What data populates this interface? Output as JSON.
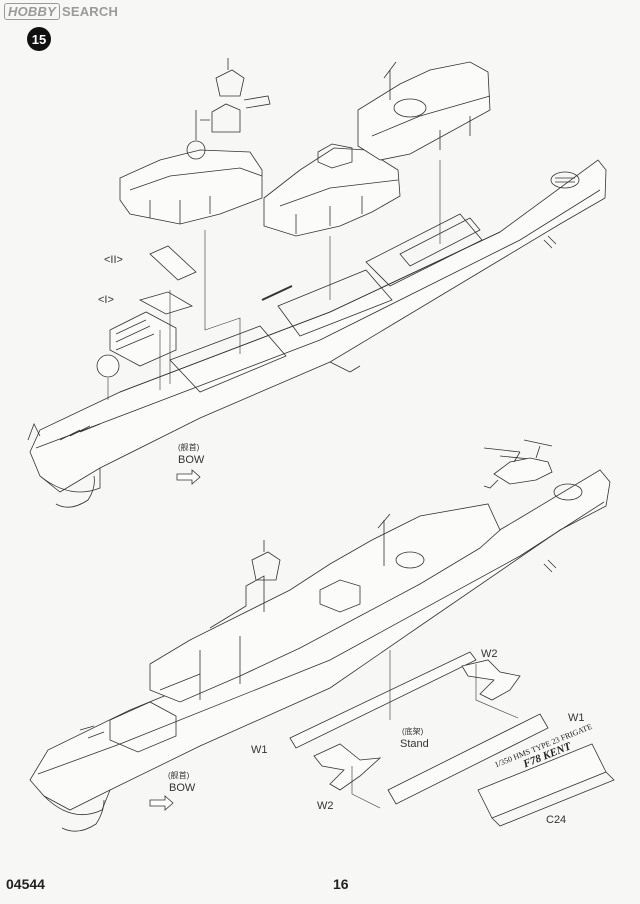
{
  "watermark": {
    "logo": "HOBBY",
    "rest": "SEARCH"
  },
  "step_number": "15",
  "labels": {
    "part_II": "<II>",
    "part_I": "<I>",
    "bow_cn_top": "(舰首)",
    "bow_top": "BOW",
    "bow_cn_bottom": "(舰首)",
    "bow_bottom": "BOW",
    "stand_cn": "(底架)",
    "stand": "Stand",
    "w1_left": "W1",
    "w1_right": "W1",
    "w2_top": "W2",
    "w2_bottom": "W2",
    "c24": "C24"
  },
  "nameplate": {
    "line1": "1/350 HMS TYPE 23 FRIGATE",
    "line2": "F78 KENT"
  },
  "footer": {
    "product_code": "04544",
    "page_number": "16"
  }
}
